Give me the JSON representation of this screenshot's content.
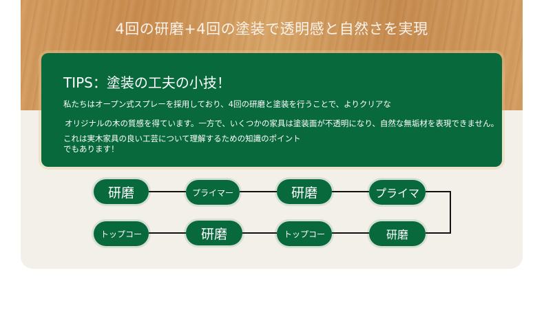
{
  "header": {
    "title": "4回の研磨+4回の塗装で透明感と自然さを実現"
  },
  "tips": {
    "title": "TIPS：塗装の工夫の小技！",
    "line1": "私たちはオープン式スプレーを採用しており、4回の研磨と塗装を行うことで、よりクリアな",
    "line2": "オリジナルの木の質感を得ています。一方で、いくつかの家具は塗装面が不透明になり、自然な無垢材を表現できません。",
    "line3": "これは実木家具の良い工芸について理解するための知識のポイント",
    "line4": "でもあります！"
  },
  "flow": {
    "row1": [
      "研磨",
      "プライマー",
      "研磨",
      "プライマ"
    ],
    "row2": [
      "トップコー",
      "研磨",
      "トップコー",
      "研磨"
    ]
  },
  "colors": {
    "accent": "#086a3c",
    "card": "#f3efe9"
  }
}
